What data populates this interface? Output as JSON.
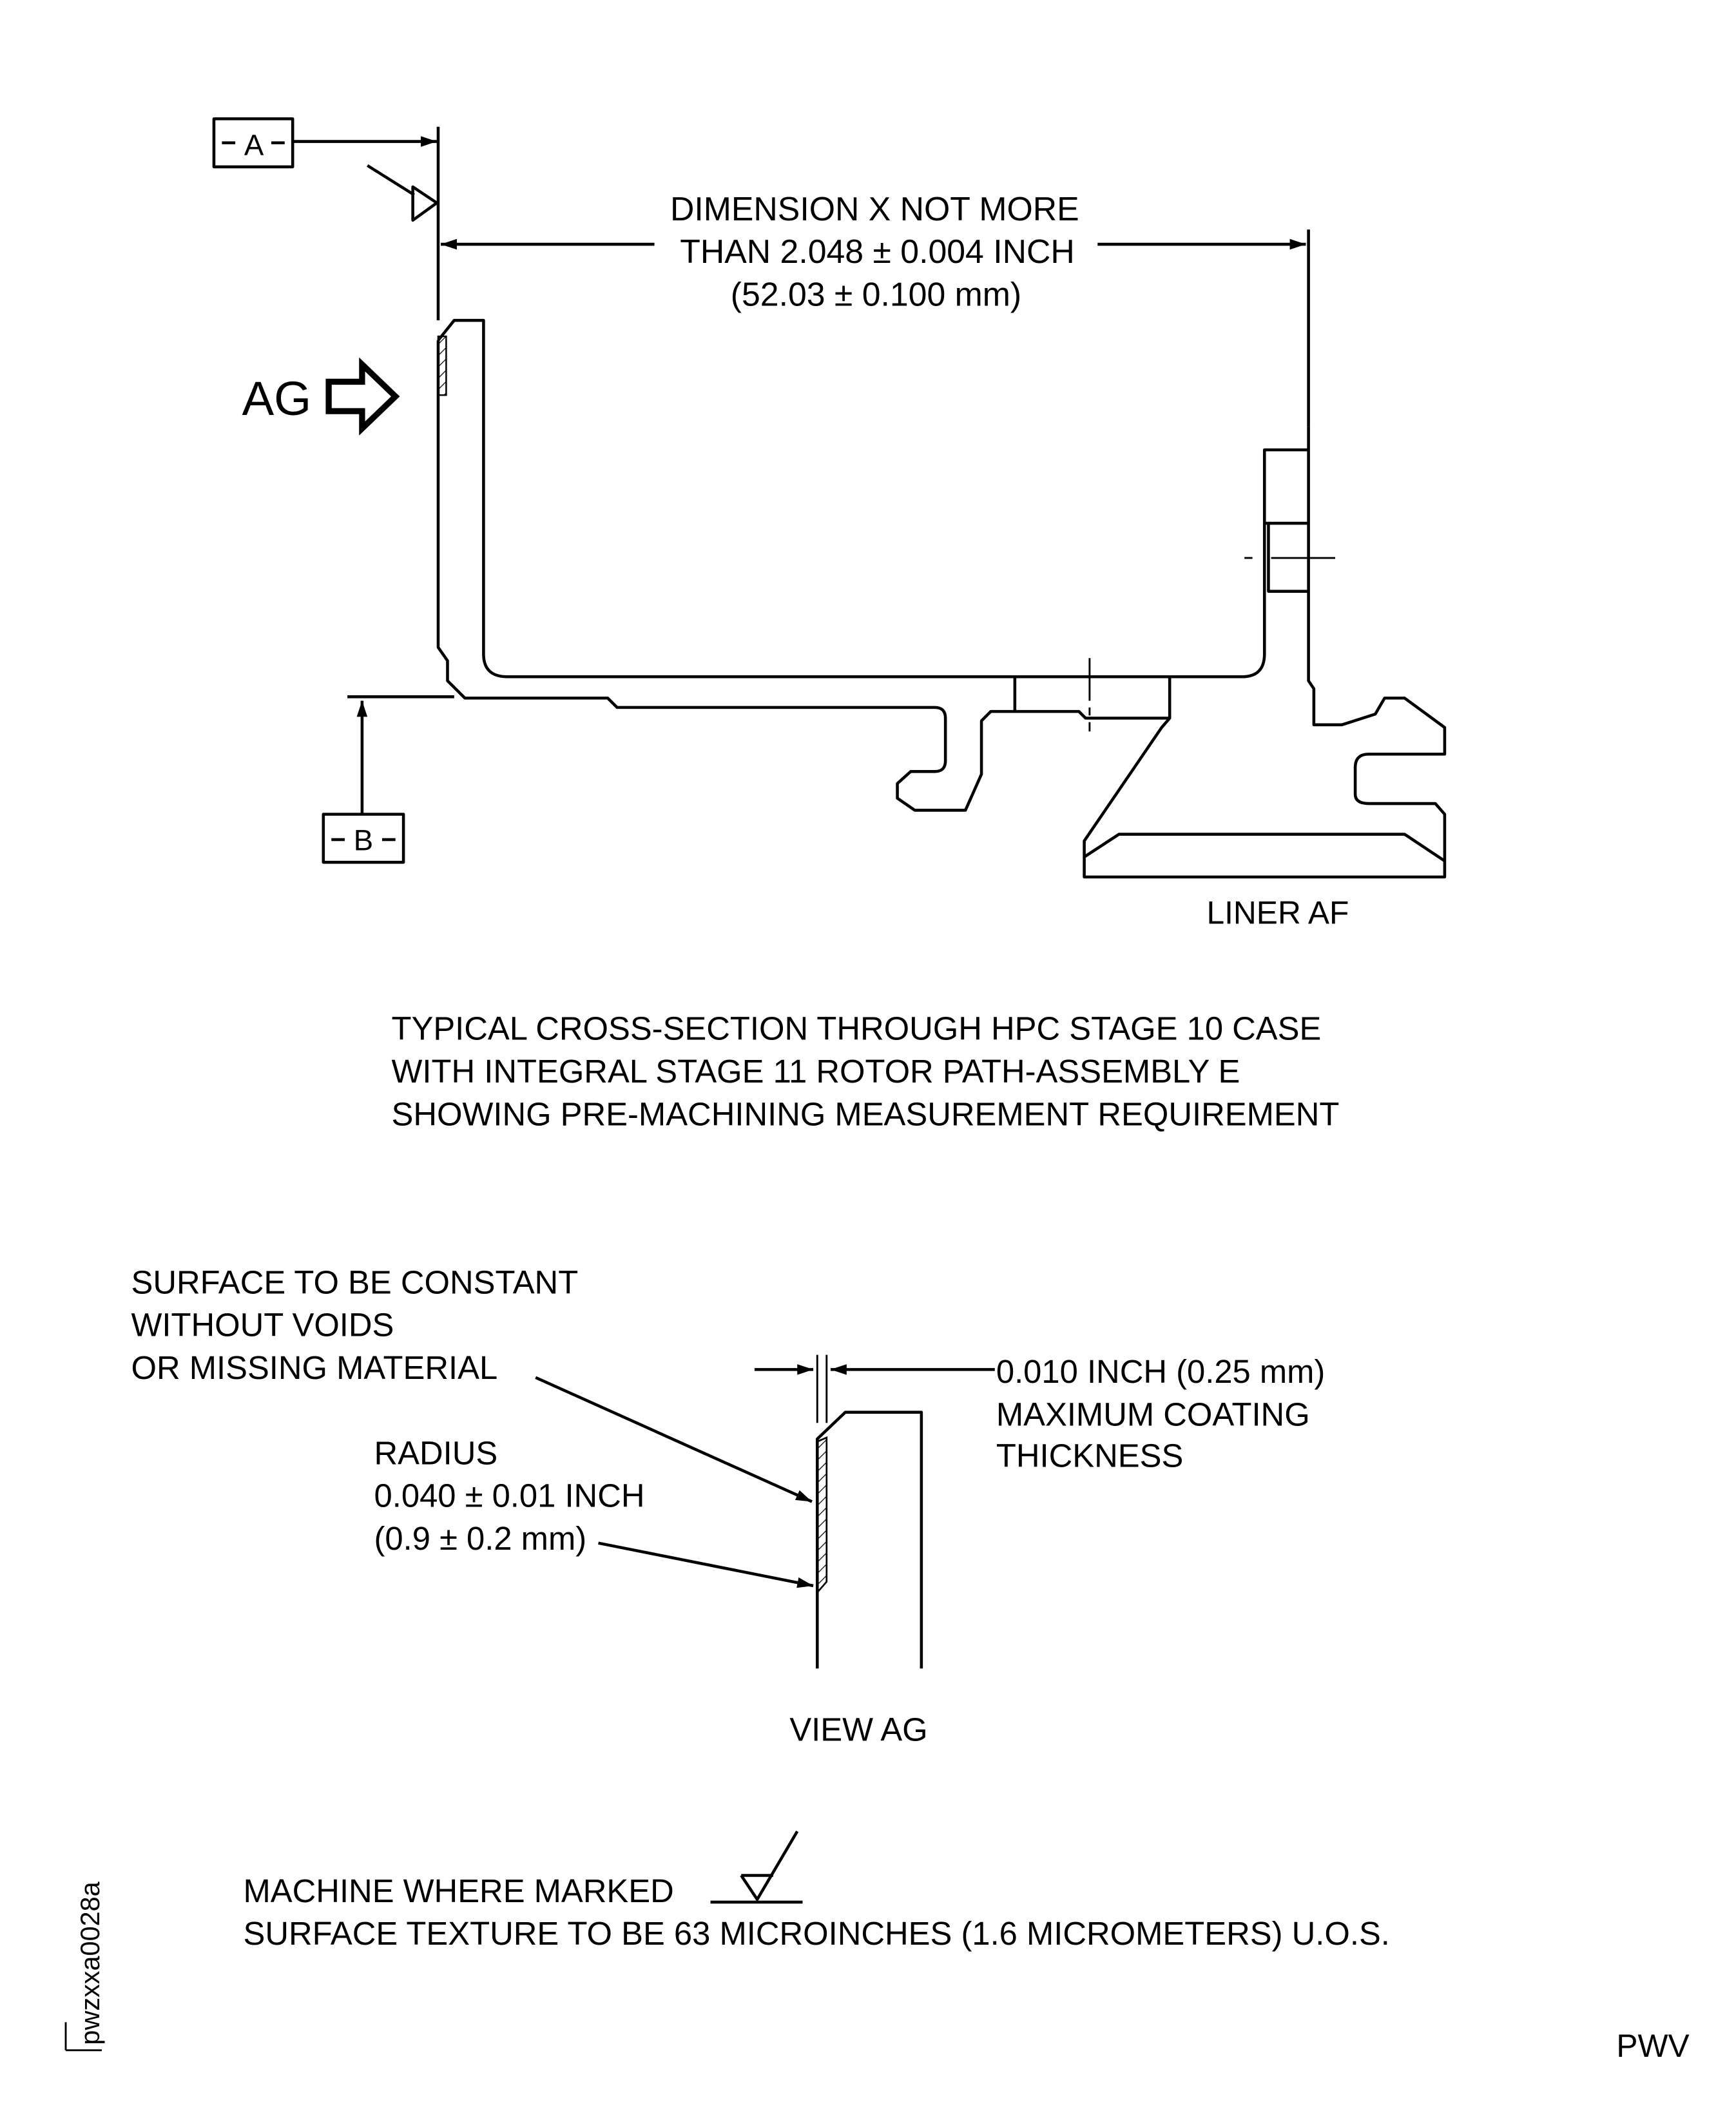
{
  "datum_a": "A",
  "datum_b": "B",
  "dimension": {
    "line1": "DIMENSION X  NOT MORE",
    "line2": "THAN 2.048 ± 0.004 INCH",
    "line3": "(52.03 ± 0.100 mm)"
  },
  "view_arrow_label": "AG",
  "liner_label": "LINER AF",
  "caption": [
    "TYPICAL CROSS-SECTION THROUGH HPC STAGE 10 CASE",
    "WITH INTEGRAL STAGE 11 ROTOR PATH-ASSEMBLY E",
    "SHOWING PRE-MACHINING MEASUREMENT REQUIREMENT"
  ],
  "surface_note": [
    "SURFACE TO BE CONSTANT",
    "WITHOUT VOIDS",
    "OR MISSING MATERIAL"
  ],
  "radius_note": [
    "RADIUS",
    "0.040 ± 0.01 INCH",
    "(0.9 ± 0.2 mm)"
  ],
  "coating_note": [
    "0.010 INCH (0.25 mm)",
    "MAXIMUM COATING",
    "THICKNESS"
  ],
  "view_label": "VIEW AG",
  "machine_note": "MACHINE WHERE MARKED",
  "texture_note": "SURFACE TEXTURE TO BE 63 MICROINCHES (1.6 MICROMETERS) U.O.S.",
  "figure_id": "pwzxxa0028a",
  "corner_code": "PWV"
}
